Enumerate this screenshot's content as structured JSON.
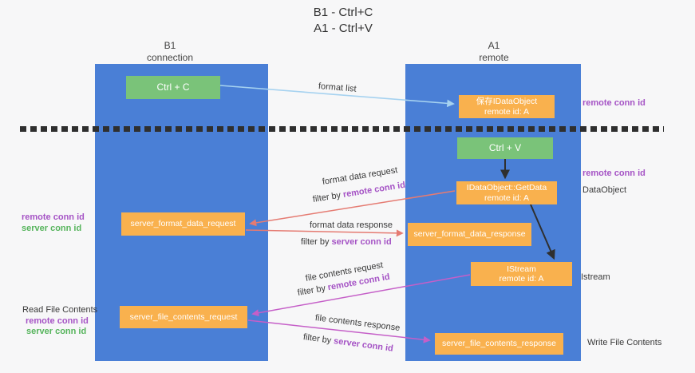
{
  "title": {
    "line1": "B1 - Ctrl+C",
    "line2": "A1 - Ctrl+V"
  },
  "lanes": {
    "left": {
      "title": "B1",
      "subtitle": "connection"
    },
    "right": {
      "title": "A1",
      "subtitle": "remote"
    }
  },
  "nodes": {
    "ctrl_c": {
      "label": "Ctrl + C"
    },
    "ctrl_v": {
      "label": "Ctrl + V"
    },
    "save_idataobject": {
      "line1": "保存IDataObject",
      "line2": "remote id: A"
    },
    "idataobject_getdata": {
      "line1": "IDataObject::GetData",
      "line2": "remote id: A"
    },
    "istream": {
      "line1": "IStream",
      "line2": "remote id: A"
    },
    "server_format_data_request": {
      "label": "server_format_data_request"
    },
    "server_format_data_response": {
      "label": "server_format_data_response"
    },
    "server_file_contents_request": {
      "label": "server_file_contents_request"
    },
    "server_file_contents_response": {
      "label": "server_file_contents_response"
    }
  },
  "flow_labels": {
    "format_list": "format list",
    "format_data_request": "format data request",
    "format_data_request_filter_prefix": "filter by",
    "format_data_request_filter_key": "remote conn id",
    "format_data_response": "format data response",
    "format_data_response_filter_prefix": "filter by",
    "format_data_response_filter_key": "server conn id",
    "file_contents_request": "file contents request",
    "file_contents_request_filter_prefix": "filter by",
    "file_contents_request_filter_key": "remote conn id",
    "file_contents_response": "file contents response",
    "file_contents_response_filter_prefix": "filter by",
    "file_contents_response_filter_key": "server conn id"
  },
  "left_annotations": {
    "format_group": {
      "remote": "remote conn id",
      "server": "server conn id"
    },
    "file_group": {
      "title": "Read File Contents",
      "remote": "remote conn id",
      "server": "server conn id"
    }
  },
  "right_annotations": {
    "top_remote_conn_id": "remote conn id",
    "mid_remote_conn_id": "remote conn id",
    "dataobject": "DataObject",
    "istream": "Istream",
    "write_file_contents": "Write File Contents"
  },
  "colors": {
    "lane_blue": "#4a7fd6",
    "node_orange": "#f9b14e",
    "node_green": "#7ac379",
    "arrow_blue": "#a6d2f0",
    "arrow_salmon": "#e57b72",
    "arrow_magenta": "#c55fc8",
    "arrow_black": "#2f2f2f",
    "label_purple": "#a553c5",
    "label_green": "#56b45c"
  }
}
